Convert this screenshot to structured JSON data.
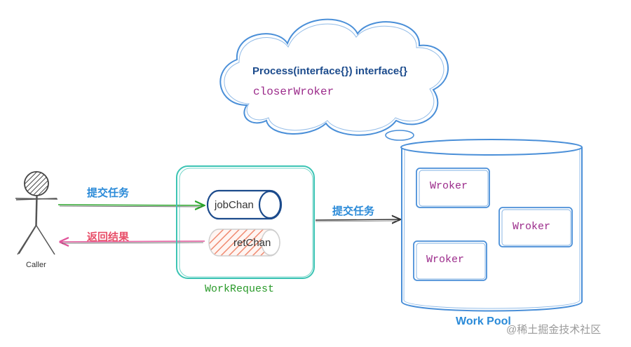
{
  "colors": {
    "blue_sketch": "#4a8fd8",
    "teal_box": "#3cc4b4",
    "green_arrow": "#2aa52a",
    "pink_arrow": "#e0559a",
    "navy": "#1c4b8c",
    "orange_hatch": "#f08a70",
    "purple_text": "#9b2a8a",
    "green_text": "#2a9a2a",
    "blue_label": "#2a8ad8",
    "red_label": "#e8506a"
  },
  "cloud": {
    "line1": "Process(interface{}) interface{}",
    "line2": "closerWroker"
  },
  "caller": {
    "label": "Caller"
  },
  "arrows": {
    "submit_task": "提交任务",
    "return_result": "返回结果",
    "submit_task_pool": "提交任务"
  },
  "work_request": {
    "label": "WorkRequest",
    "job_chan": "jobChan",
    "ret_chan": "retChan"
  },
  "work_pool": {
    "label": "Work Pool",
    "workers": [
      "Wroker",
      "Wroker",
      "Wroker"
    ]
  },
  "watermark": "@稀土掘金技术社区"
}
